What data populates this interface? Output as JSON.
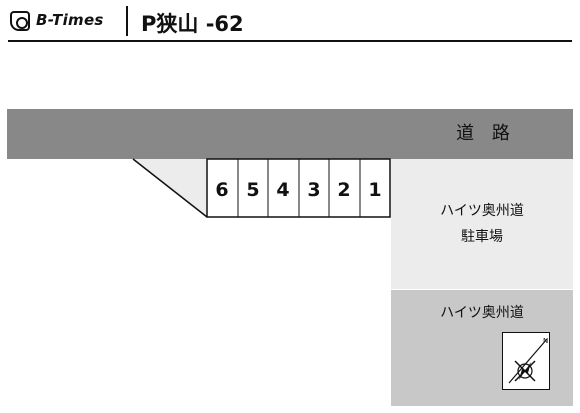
{
  "header": {
    "logo_text": "B-Times",
    "title": "P狭山 -62"
  },
  "map": {
    "road_label": "道 路",
    "lot_label_line1": "ハイツ奥州道",
    "lot_label_line2": "駐車場",
    "building_label": "ハイツ奥州道",
    "spaces": [
      "6",
      "5",
      "4",
      "3",
      "2",
      "1"
    ]
  },
  "colors": {
    "road": "#888888",
    "lot": "#ececec",
    "building": "#c8c8c8"
  },
  "icons": {
    "logo": "b-times-logo-icon",
    "compass": "compass-north-arrow-icon"
  }
}
